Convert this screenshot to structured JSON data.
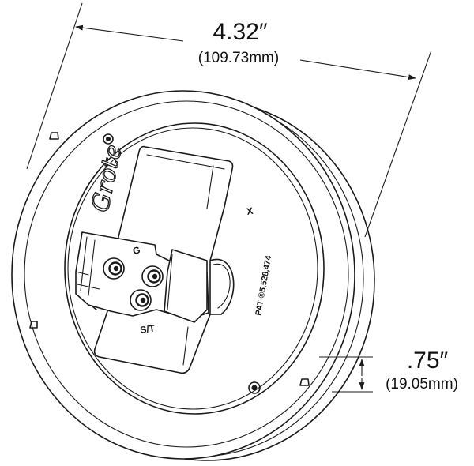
{
  "dimensions": {
    "diameter_in": "4.32″",
    "diameter_mm": "(109.73mm)",
    "depth_in": ".75″",
    "depth_mm": "(19.05mm)"
  },
  "markings": {
    "ground_terminal": "G",
    "stop_tail_terminal": "S/T",
    "position_mark": "X",
    "patent": "PAT ®5,528,474",
    "brand_logo": "Grote"
  }
}
